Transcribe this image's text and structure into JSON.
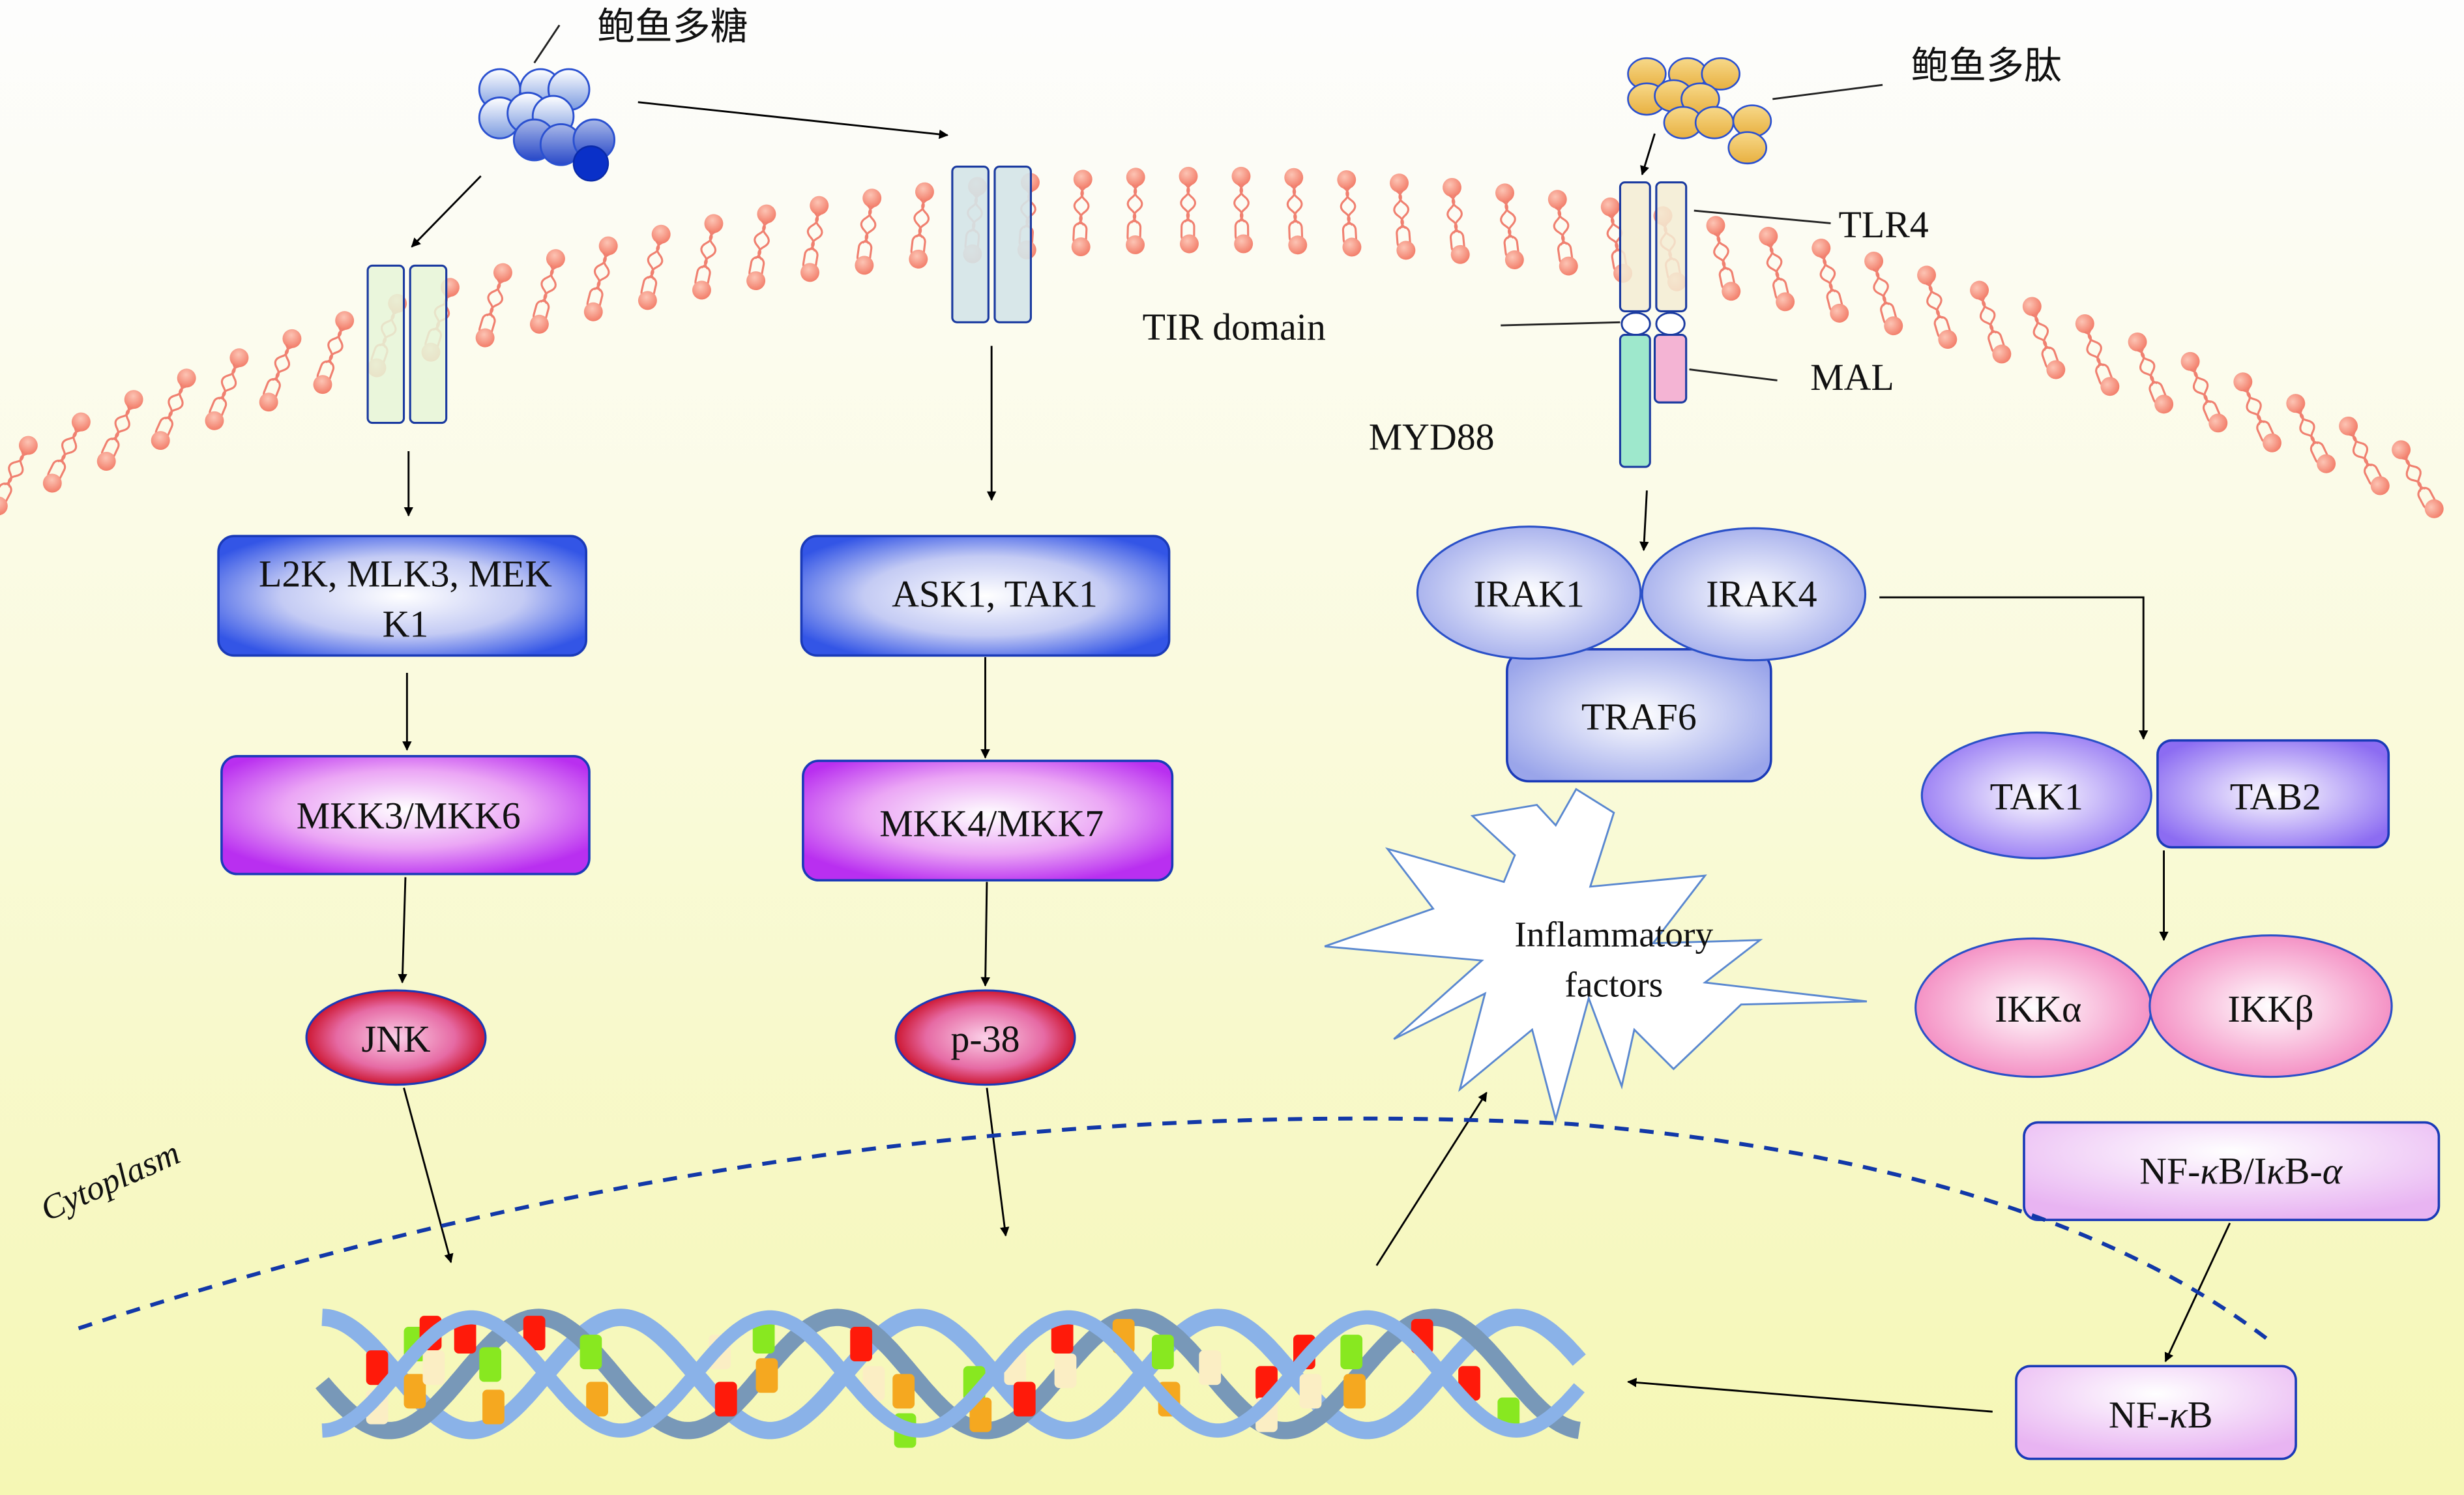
{
  "ligands": {
    "polysaccharide_label": "鲍鱼多糖",
    "peptide_label": "鲍鱼多肽"
  },
  "receptor_labels": {
    "tlr4": "TLR4",
    "tir_domain": "TIR domain",
    "mal": "MAL",
    "myd88": "MYD88"
  },
  "jnk_pathway": {
    "mapkkk_line1": "L2K, MLK3, MEK",
    "mapkkk_line2": "K1",
    "mapkk": "MKK3/MKK6",
    "mapk": "JNK"
  },
  "p38_pathway": {
    "mapkkk": "ASK1, TAK1",
    "mapkk": "MKK4/MKK7",
    "mapk": "p-38"
  },
  "nfkb_pathway": {
    "irak1": "IRAK1",
    "irak4": "IRAK4",
    "traf6": "TRAF6",
    "tak1": "TAK1",
    "tab2": "TAB2",
    "ikk_alpha": "IKKα",
    "ikk_beta": "IKKβ",
    "nfkb_ikb_prefix": "NF-",
    "nfkb_ikb_kappa1": "κ",
    "nfkb_ikb_mid": "B/I",
    "nfkb_ikb_kappa2": "κ",
    "nfkb_ikb_mid2": "B-",
    "nfkb_ikb_alpha": "α",
    "nfkb_prefix": "NF-",
    "nfkb_kappa": "κ",
    "nfkb_suffix": "B"
  },
  "outcome": {
    "line1": "Inflammatory",
    "line2": "factors"
  },
  "compartment_label": "Cytoplasm",
  "colors": {
    "background_top": "#fdfdfd",
    "background_bottom": "#f7f8b8",
    "mapkkk_blue": "#3b5be8",
    "mapkk_purple": "#c03cf0",
    "mapk_red": "#cc0a1a",
    "irak_blue": "#8f9ce8",
    "tak_violet": "#8a6af0",
    "ikk_pink": "#f07ab8",
    "nfkb_lilac": "#e8b6f2",
    "lipid": "#f4806e",
    "nuclear_envelope": "#1238a8",
    "dna_strand_light": "#8ab2e8",
    "dna_strand_dark": "#7898b8"
  }
}
